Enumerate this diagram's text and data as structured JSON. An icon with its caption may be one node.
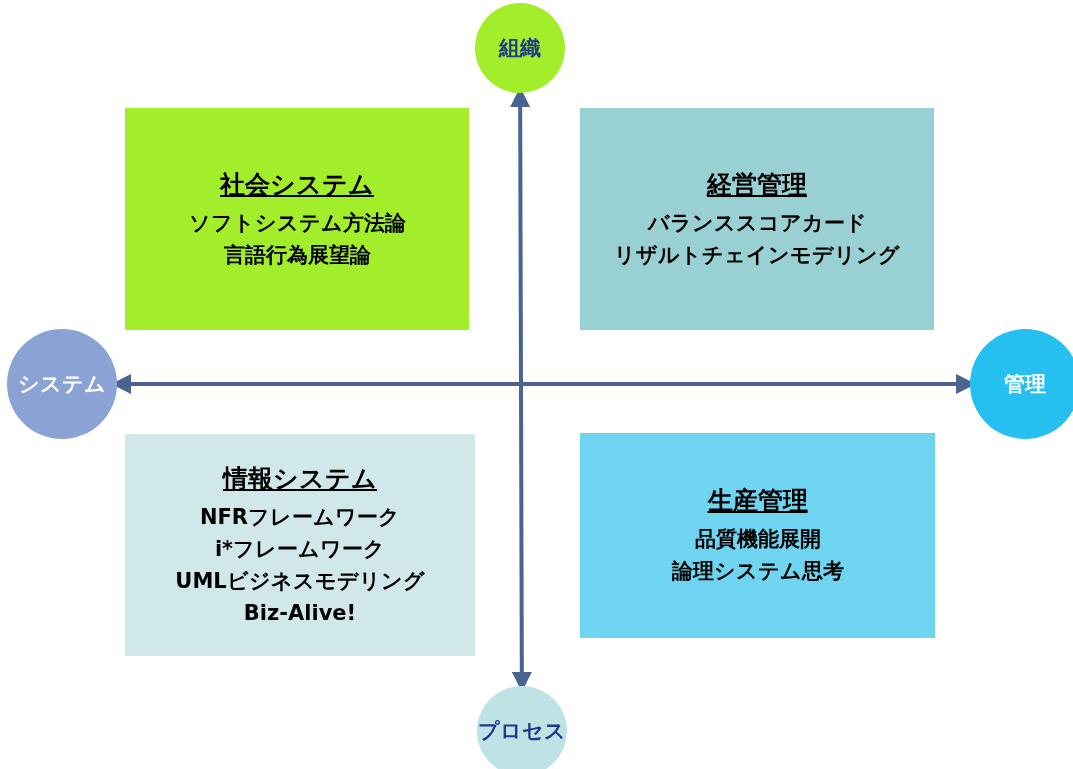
{
  "diagram": {
    "nodes": [
      {
        "text": [
          "組織"
        ]
      },
      {
        "text": [
          "社会システム",
          "ソフトシステム方法論",
          "言語行為展望論"
        ]
      },
      {
        "text": [
          "経営管理",
          "バランススコアカード",
          "リザルトチェインモデリング"
        ]
      },
      {
        "text": [
          "システム"
        ]
      },
      {
        "text": [
          "管理"
        ]
      },
      {
        "text": [
          "情報システム",
          "NFRフレームワーク",
          "i*フレームワーク",
          "UMLビジネスモデリング",
          "Biz-Alive!"
        ]
      },
      {
        "text": [
          "生産管理",
          "品質機能展開",
          "論理システム思考"
        ]
      },
      {
        "text": [
          "プロセス"
        ]
      }
    ],
    "edges": [
      {
        "from": 0,
        "to": 7,
        "arrow": "both"
      },
      {
        "from": 3,
        "to": 4,
        "arrow": "both"
      }
    ]
  }
}
